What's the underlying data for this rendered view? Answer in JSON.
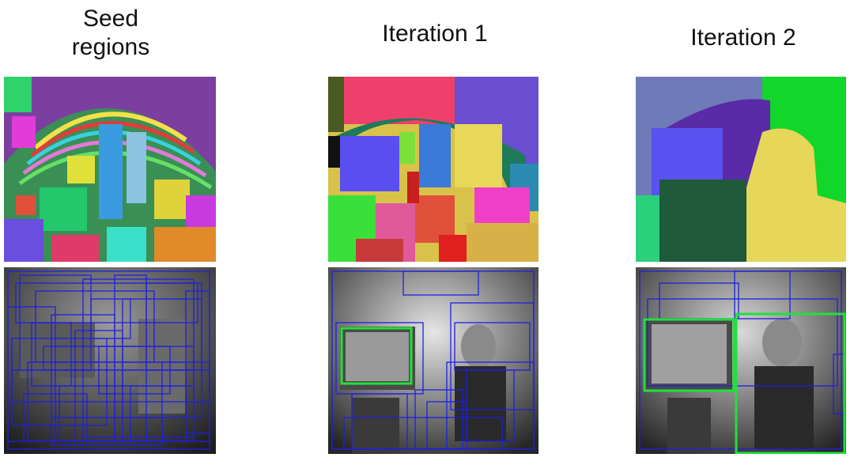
{
  "columns": [
    {
      "title_line1": "Seed",
      "title_line2": "regions"
    },
    {
      "title": "Iteration 1"
    },
    {
      "title": "Iteration 2"
    }
  ],
  "colors": {
    "box_blue": "#1f1fe0",
    "box_green": "#22e03a",
    "photo_dark": "#1e1e1e",
    "photo_light": "#bdbdbd"
  },
  "icons": [
    "segmentation-map-seed",
    "segmentation-map-iter1",
    "segmentation-map-iter2",
    "photo-with-boxes"
  ]
}
